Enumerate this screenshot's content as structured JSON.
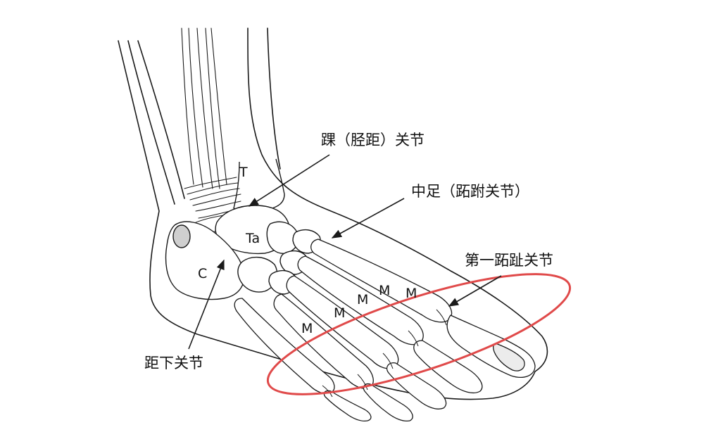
{
  "labels": {
    "ankle": "踝（胫距）关节",
    "midfoot": "中足（跖跗关节）",
    "mtp": "第一跖趾关节",
    "subtalar": "距下关节"
  },
  "bones": {
    "tibia": "T",
    "talus": "Ta",
    "calcaneus": "C",
    "m1": "M",
    "m2": "M",
    "m3": "M",
    "m4": "M",
    "m5": "M"
  },
  "colors": {
    "line": "#1a1a1a",
    "highlight": "#e04a4a",
    "background": "#ffffff"
  }
}
